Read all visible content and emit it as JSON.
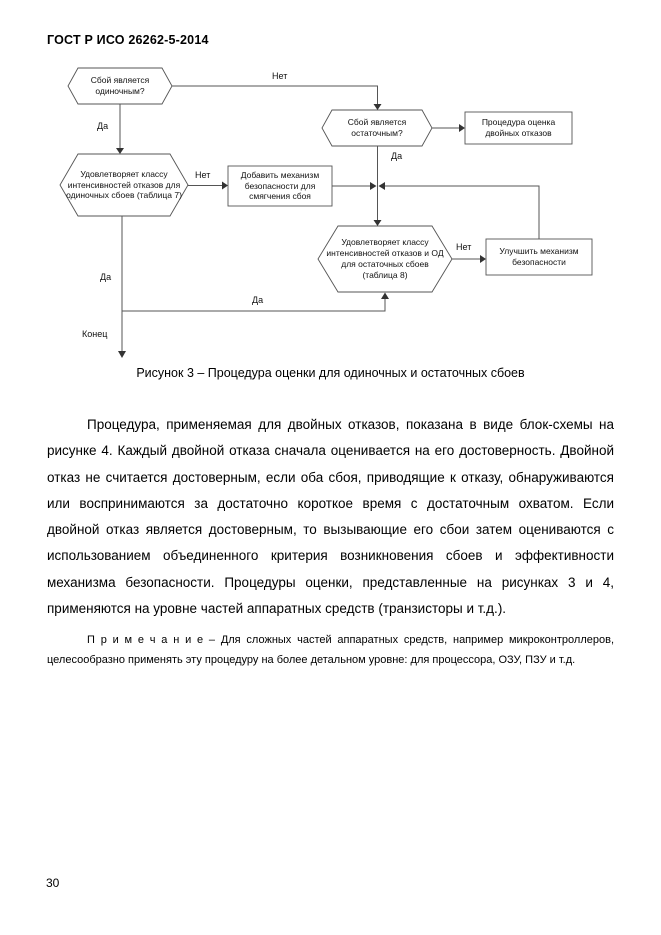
{
  "header": {
    "title": "ГОСТ Р ИСО 26262-5-2014"
  },
  "figure": {
    "caption": "Рисунок 3 – Процедура оценки для одиночных и остаточных сбоев",
    "nodes": {
      "single_fault_q": "Сбой является одиночным?",
      "residual_fault_q": "Сбой является остаточным?",
      "single_class_q": "Удовлетворяет классу интенсивностей отказов для одиночных сбоев (таблица 7)",
      "residual_class_q": "Удовлетворяет классу интенсивностей отказов и ОД для остаточных сбоев (таблица 8)",
      "dual_point_proc": "Процедура оценка двойных отказов",
      "add_mechanism": "Добавить механизм безопасности для смягчения сбоя",
      "improve_mechanism": "Улучшить механизм безопасности"
    },
    "labels": {
      "no1": "Нет",
      "yes1": "Да",
      "yes2": "Да",
      "no2": "Нет",
      "no3": "Нет",
      "yes3": "Да",
      "yes4": "Да",
      "end": "Конец"
    }
  },
  "body": {
    "paragraph": "Процедура, применяемая для двойных отказов, показана в виде блок-схемы на рисунке 4. Каждый двойной отказа сначала оценивается на его достоверность. Двойной отказ не считается достоверным, если оба сбоя, приводящие к отказу, обнаруживаются или воспринимаются за достаточно короткое время с достаточным охватом. Если двойной отказ является достоверным, то вызывающие его сбои затем оцениваются с использованием объединенного критерия возникновения сбоев и эффективности механизма безопасности. Процедуры оценки, представленные на рисунках 3 и 4, применяются на уровне частей аппаратных средств (транзисторы и т.д.).",
    "note": "П р и м е ч а н и е  –  Для сложных частей аппаратных средств, например микроконтроллеров, целесообразно применять эту процедуру на более детальном уровне: для процессора, ОЗУ, ПЗУ и т.д."
  },
  "footer": {
    "page_number": "30"
  }
}
